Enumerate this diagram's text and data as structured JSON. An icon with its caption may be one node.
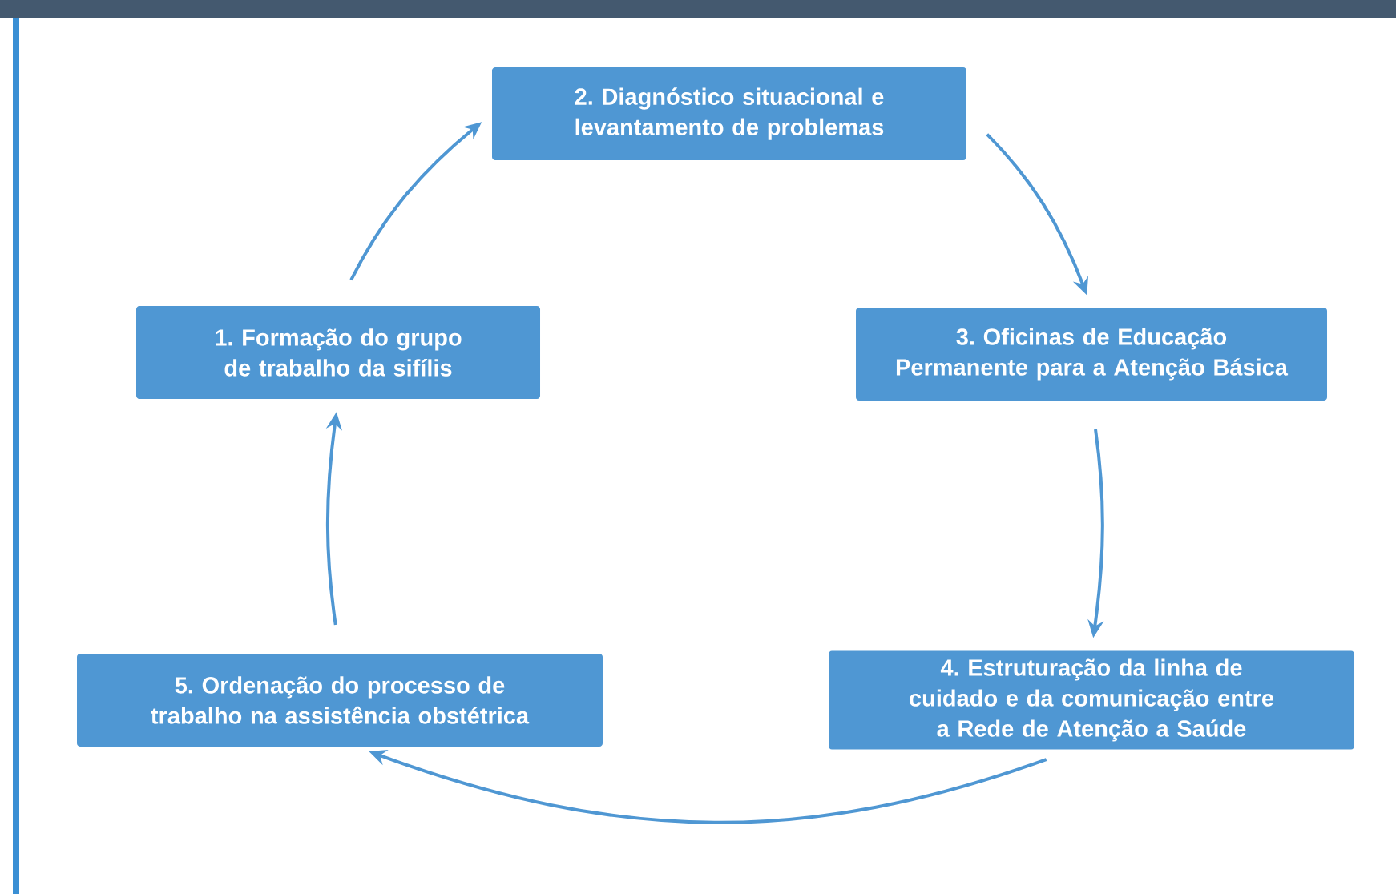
{
  "diagram": {
    "nodes": [
      {
        "text": [
          "1. Formação do grupo de trabalho da sifílis"
        ]
      },
      {
        "text": [
          "2. Diagnóstico situacional e levantamento de problemas"
        ]
      },
      {
        "text": [
          "3. Oficinas de Educação Permanente para a Atenção Básica"
        ]
      },
      {
        "text": [
          "4. Estruturação da linha de cuidado e da comunicação entre a Rede de Atenção a Saúde"
        ]
      },
      {
        "text": [
          "5. Ordenação do processo de trabalho na assistência obstétrica"
        ]
      }
    ],
    "edges": [
      {
        "from": 0,
        "to": 1,
        "arrow": "to"
      },
      {
        "from": 1,
        "to": 2,
        "arrow": "to"
      },
      {
        "from": 2,
        "to": 3,
        "arrow": "to"
      },
      {
        "from": 3,
        "to": 4,
        "arrow": "to"
      },
      {
        "from": 4,
        "to": 0,
        "arrow": "to"
      }
    ]
  }
}
